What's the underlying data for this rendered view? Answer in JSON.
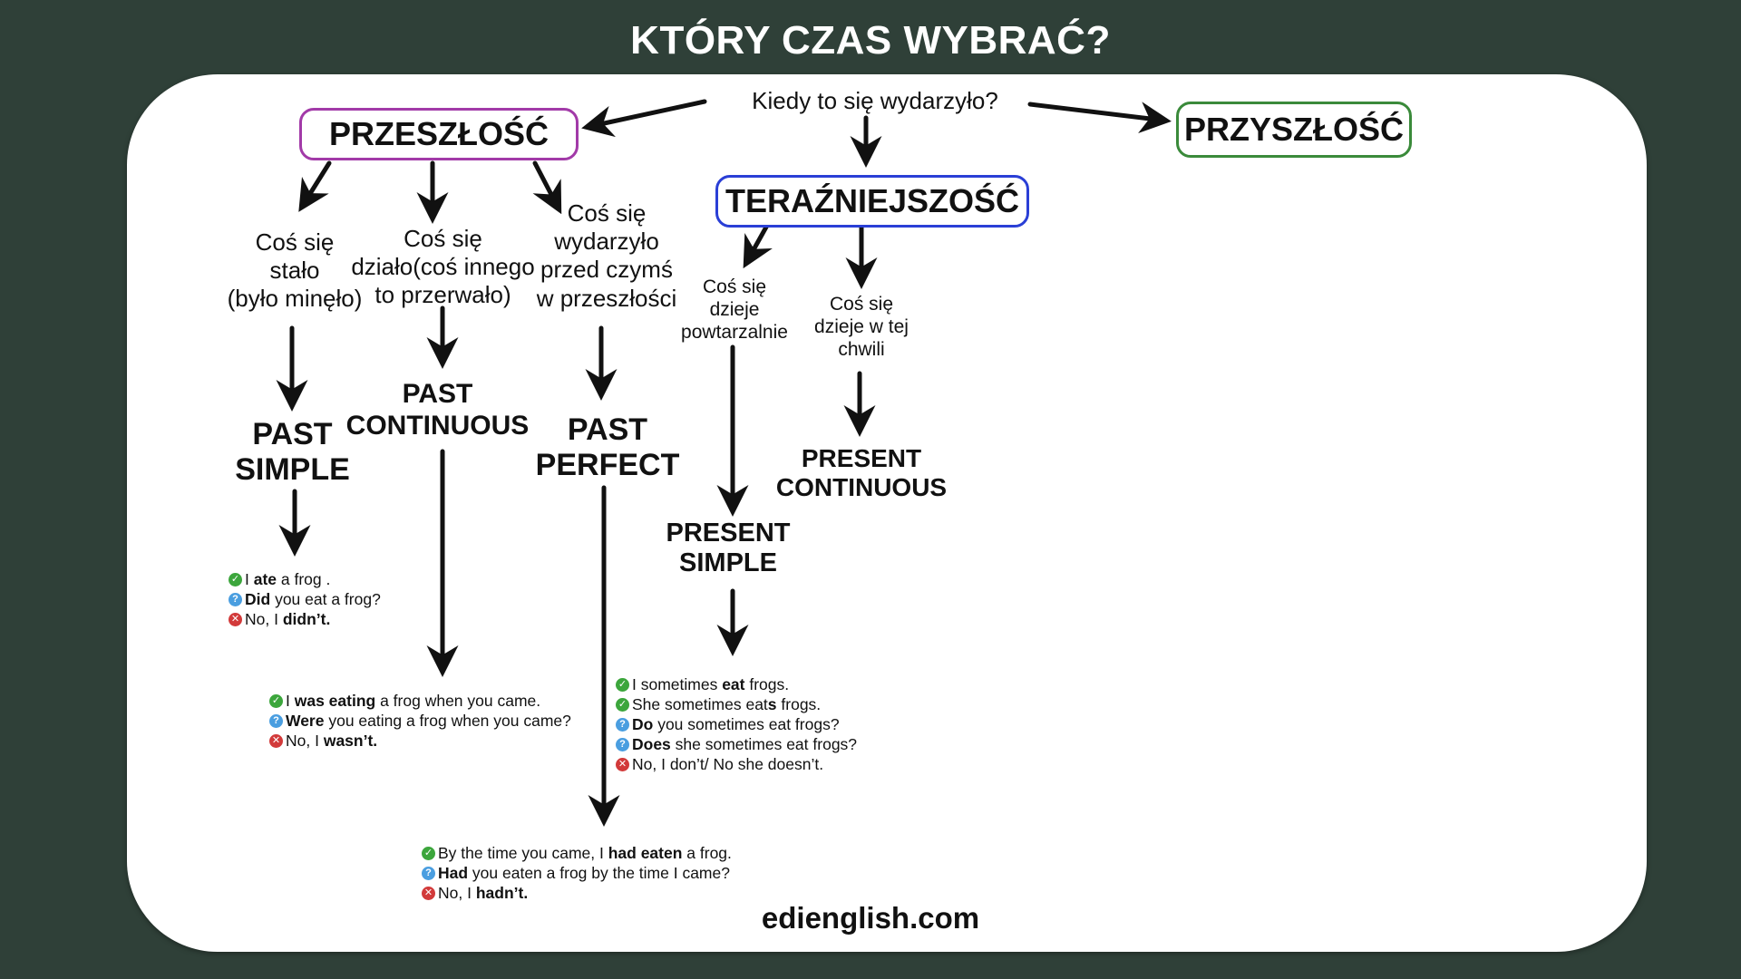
{
  "title": "KTÓRY CZAS WYBRAĆ?",
  "question": "Kiedy to się wydarzyło?",
  "categories": {
    "past": {
      "label": "PRZESZŁOŚĆ",
      "color": "#a23aa8"
    },
    "present": {
      "label": "TERAŹNIEJSZOŚĆ",
      "color": "#2a3fd6"
    },
    "future": {
      "label": "PRZYSZŁOŚĆ",
      "color": "#3a8a3a"
    }
  },
  "conditions": {
    "past_simple": [
      "Coś się",
      "stało",
      "(było minęło)"
    ],
    "past_continuous": [
      "Coś się",
      "działo(coś innego",
      "to przerwało)"
    ],
    "past_perfect": [
      "Coś się",
      "wydarzyło",
      "przed czymś",
      "w przeszłości"
    ],
    "present_simple": [
      "Coś się",
      "dzieje",
      "powtarzalnie"
    ],
    "present_continuous": [
      "Coś się",
      "dzieje w tej",
      "chwili"
    ]
  },
  "tenses": {
    "past_simple": [
      "PAST",
      "SIMPLE"
    ],
    "past_continuous": [
      "PAST",
      "CONTINUOUS"
    ],
    "past_perfect": [
      "PAST",
      "PERFECT"
    ],
    "present_simple": [
      "PRESENT",
      "SIMPLE"
    ],
    "present_continuous": [
      "PRESENT",
      "CONTINUOUS"
    ]
  },
  "examples": {
    "past_simple": [
      {
        "icon": "check-icon",
        "parts": [
          [
            "I ",
            false
          ],
          [
            "ate",
            true
          ],
          [
            " a frog .",
            false
          ]
        ]
      },
      {
        "icon": "question-icon",
        "parts": [
          [
            "Did",
            true
          ],
          [
            " you eat a frog?",
            false
          ]
        ]
      },
      {
        "icon": "cross-icon",
        "parts": [
          [
            "No, I ",
            false
          ],
          [
            "didn’t.",
            true
          ]
        ]
      }
    ],
    "past_continuous": [
      {
        "icon": "check-icon",
        "parts": [
          [
            "I ",
            false
          ],
          [
            "was eating",
            true
          ],
          [
            " a frog when you came.",
            false
          ]
        ]
      },
      {
        "icon": "question-icon",
        "parts": [
          [
            "Were",
            true
          ],
          [
            " you eating a frog when you came?",
            false
          ]
        ]
      },
      {
        "icon": "cross-icon",
        "parts": [
          [
            "No, I ",
            false
          ],
          [
            "wasn’t.",
            true
          ]
        ]
      }
    ],
    "past_perfect": [
      {
        "icon": "check-icon",
        "parts": [
          [
            "By the time you came, I ",
            false
          ],
          [
            "had eaten",
            true
          ],
          [
            " a frog.",
            false
          ]
        ]
      },
      {
        "icon": "question-icon",
        "parts": [
          [
            "Had",
            true
          ],
          [
            " you eaten a frog by the time I came?",
            false
          ]
        ]
      },
      {
        "icon": "cross-icon",
        "parts": [
          [
            "No, I ",
            false
          ],
          [
            "hadn’t.",
            true
          ]
        ]
      }
    ],
    "present_simple": [
      {
        "icon": "check-icon",
        "parts": [
          [
            "I sometimes ",
            false
          ],
          [
            "eat",
            true
          ],
          [
            " frogs.",
            false
          ]
        ]
      },
      {
        "icon": "check-icon",
        "parts": [
          [
            "She sometimes eat",
            false
          ],
          [
            "s",
            true
          ],
          [
            " frogs.",
            false
          ]
        ]
      },
      {
        "icon": "question-icon",
        "parts": [
          [
            "Do",
            true
          ],
          [
            " you sometimes eat frogs?",
            false
          ]
        ]
      },
      {
        "icon": "question-icon",
        "parts": [
          [
            "Does",
            true
          ],
          [
            " she sometimes eat frogs?",
            false
          ]
        ]
      },
      {
        "icon": "cross-icon",
        "parts": [
          [
            "No, I don’t/ No she doesn’t.",
            false
          ]
        ]
      }
    ]
  },
  "footer": "edienglish.com"
}
